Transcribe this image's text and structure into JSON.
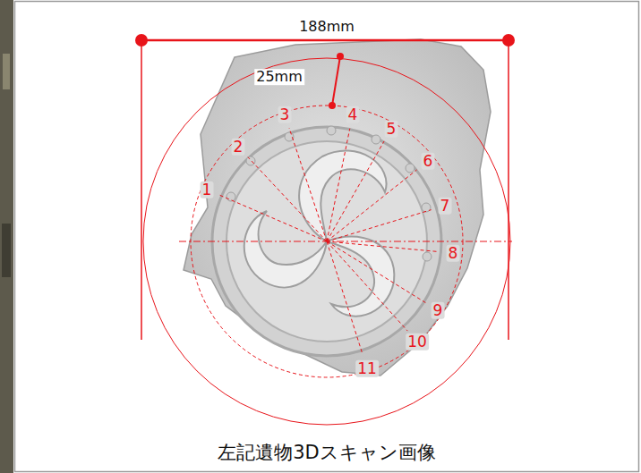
{
  "diagram": {
    "caption": "左記遺物3Dスキャン画像",
    "labels": [
      "188mm",
      "25mm",
      "1",
      "2",
      "3",
      "4",
      "5",
      "6",
      "7",
      "8",
      "9",
      "10",
      "11"
    ]
  }
}
